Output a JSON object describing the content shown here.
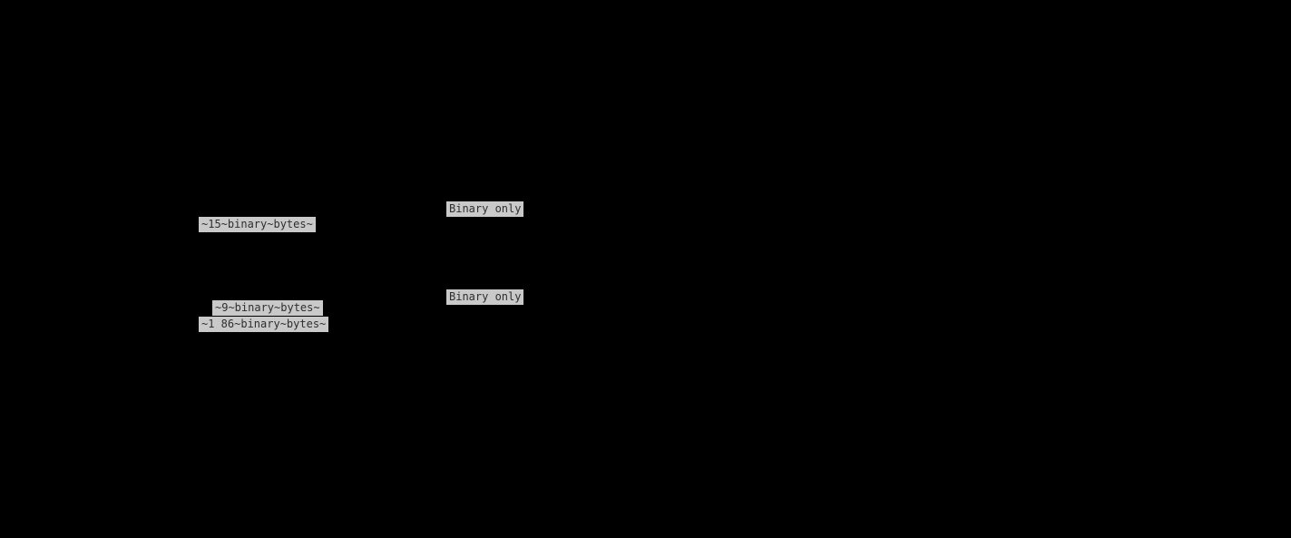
{
  "colors": {
    "page_background": "#000000",
    "label_background": "#c9c9c9",
    "label_text": "#2e2e2e"
  },
  "labels": [
    {
      "id": "binary-bytes-15",
      "text": "~15~binary~bytes~"
    },
    {
      "id": "binary-only-top",
      "text": "Binary only"
    },
    {
      "id": "binary-only-bottom",
      "text": "Binary only"
    },
    {
      "id": "binary-bytes-9",
      "text": "~9~binary~bytes~"
    },
    {
      "id": "binary-bytes-1-86",
      "text": "~1 86~binary~bytes~"
    }
  ]
}
